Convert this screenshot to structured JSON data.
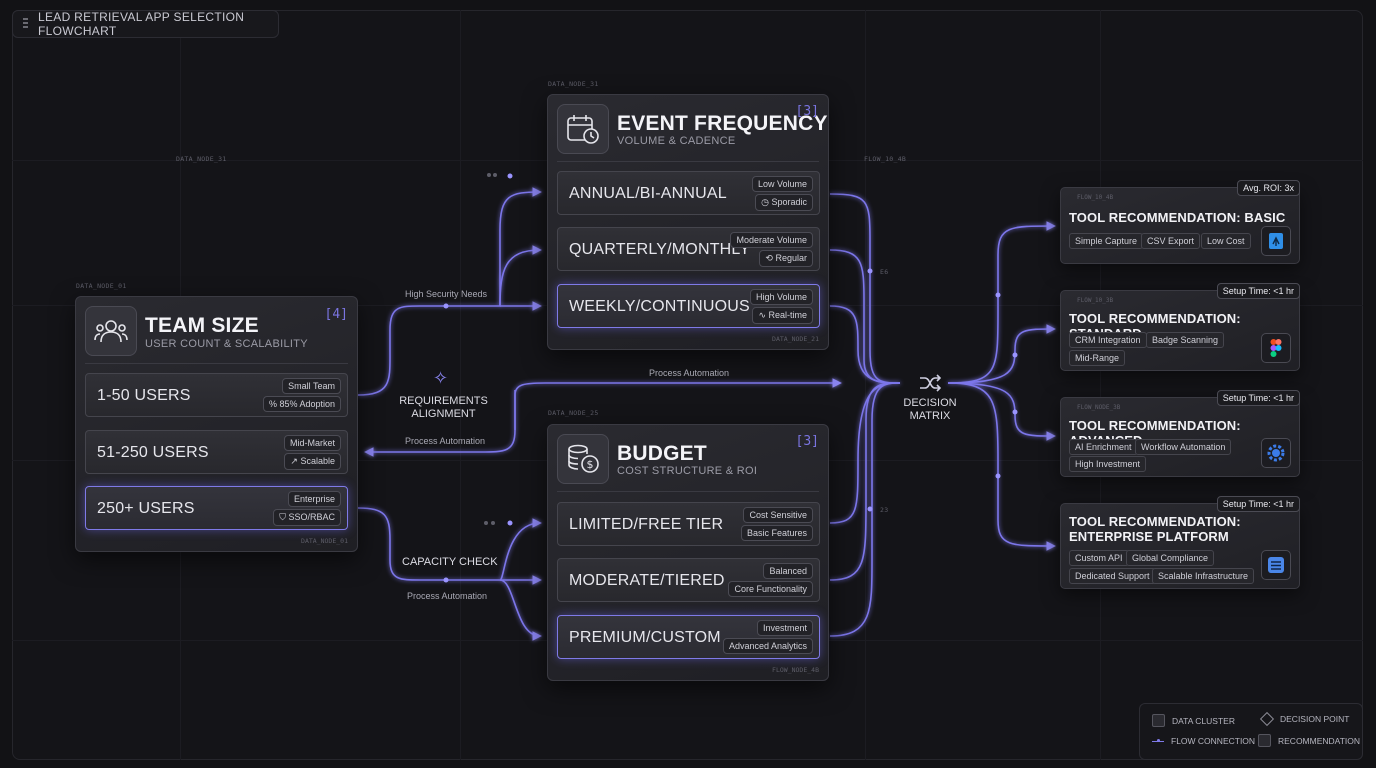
{
  "title": "LEAD RETRIEVAL APP SELECTION FLOWCHART",
  "meta_labels": {
    "team": "DATA_NODE_01",
    "team_foot": "DATA_NODE_01",
    "event": "DATA_NODE_31",
    "event_foot": "DATA_NODE_21",
    "budget": "DATA_NODE_25",
    "budget_foot": "FLOW_NODE_4B",
    "flow_top_left": "DATA_NODE_31",
    "flow_top_right": "FLOW_10_4B",
    "mid_upper": "E6",
    "mid_lower": "23"
  },
  "team_size": {
    "title": "TEAM SIZE",
    "subtitle": "USER COUNT & SCALABILITY",
    "count": "[4]",
    "rows": [
      {
        "label": "1-50 USERS",
        "chip_top": "Small Team",
        "chip_bottom": "85% Adoption"
      },
      {
        "label": "51-250 USERS",
        "chip_top": "Mid-Market",
        "chip_bottom": "Scalable"
      },
      {
        "label": "250+ USERS",
        "chip_top": "Enterprise",
        "chip_bottom": "SSO/RBAC"
      }
    ]
  },
  "event_frequency": {
    "title": "EVENT FREQUENCY",
    "subtitle": "VOLUME & CADENCE",
    "count": "[3]",
    "rows": [
      {
        "label": "ANNUAL/BI-ANNUAL",
        "chip_top": "Low Volume",
        "chip_bottom": "Sporadic"
      },
      {
        "label": "QUARTERLY/MONTHLY",
        "chip_top": "Moderate Volume",
        "chip_bottom": "Regular"
      },
      {
        "label": "WEEKLY/CONTINUOUS",
        "chip_top": "High Volume",
        "chip_bottom": "Real-time"
      }
    ]
  },
  "budget": {
    "title": "BUDGET",
    "subtitle": "COST STRUCTURE & ROI",
    "count": "[3]",
    "rows": [
      {
        "label": "LIMITED/FREE TIER",
        "chip_top": "Cost Sensitive",
        "chip_bottom": "Basic Features"
      },
      {
        "label": "MODERATE/TIERED",
        "chip_top": "Balanced",
        "chip_bottom": "Core Functionality"
      },
      {
        "label": "PREMIUM/CUSTOM",
        "chip_top": "Investment",
        "chip_bottom": "Advanced Analytics"
      }
    ]
  },
  "flow_labels": {
    "high_security": "High Security Needs",
    "requirements": "REQUIREMENTS\nALIGNMENT",
    "process_auto_left": "Process Automation",
    "process_auto_top": "Process Automation",
    "capacity": "CAPACITY CHECK",
    "process_auto_bottom": "Process Automation",
    "decision": "DECISION\nMATRIX"
  },
  "recommendations": [
    {
      "meta": "FLOW_10_4B",
      "title": "TOOL RECOMMENDATION: BASIC",
      "badge": "Avg. ROI: 3x",
      "tags": [
        "Simple Capture",
        "CSV Export",
        "Low Cost"
      ],
      "icon": "document-app-icon",
      "color": "#2f8fe8"
    },
    {
      "meta": "FLOW_10_3B",
      "title": "TOOL RECOMMENDATION: STANDARD",
      "badge": "Setup Time: <1 hr",
      "tags": [
        "CRM Integration",
        "Badge Scanning",
        "Mid-Range"
      ],
      "icon": "figma-app-icon",
      "color": "#f24e1e"
    },
    {
      "meta": "FLOW_NODE_3B",
      "title": "TOOL RECOMMENDATION: ADVANCED",
      "badge": "Setup Time: <1 hr",
      "tags": [
        "AI Enrichment",
        "Workflow Automation",
        "High Investment"
      ],
      "icon": "gear-app-icon",
      "color": "#3b7be8"
    },
    {
      "meta": "",
      "title": "TOOL RECOMMENDATION:\nENTERPRISE PLATFORM",
      "badge": "Setup Time: <1 hr",
      "tags": [
        "Custom API",
        "Global Compliance",
        "Dedicated Support",
        "Scalable Infrastructure"
      ],
      "icon": "database-app-icon",
      "color": "#4a86e8"
    }
  ],
  "legend": {
    "data_cluster": "DATA CLUSTER",
    "decision_point": "DECISION POINT",
    "flow_connection": "FLOW CONNECTION",
    "recommendation": "RECOMMENDATION"
  },
  "colors": {
    "accent": "#7f7ae8",
    "background": "#121215",
    "panel": "#26262b"
  }
}
